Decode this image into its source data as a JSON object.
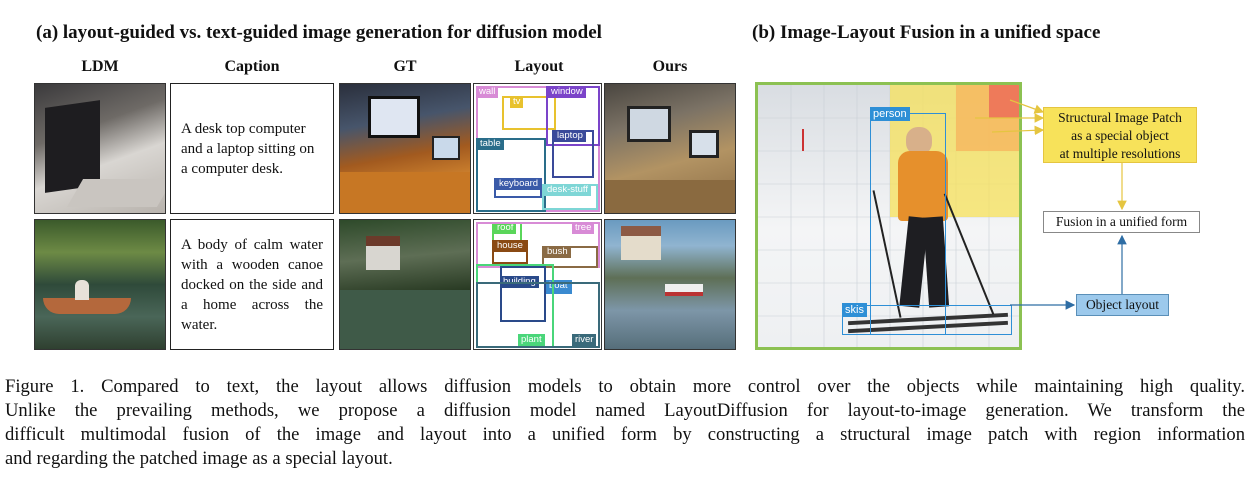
{
  "panel_a": {
    "title": "(a) layout-guided vs. text-guided image generation for diffusion model",
    "columns": [
      "LDM",
      "Caption",
      "GT",
      "Layout",
      "Ours"
    ],
    "row1": {
      "caption": "A desk top computer and a laptop sitting on a computer desk.",
      "layout_tags": [
        "wall",
        "tv",
        "window",
        "laptop",
        "table",
        "keyboard",
        "desk-stuff"
      ]
    },
    "row2": {
      "caption": "A body of calm water with a wooden canoe docked on the side and a home across the water.",
      "layout_tags": [
        "roof",
        "tree",
        "house",
        "bush",
        "building",
        "boat",
        "plant",
        "river"
      ]
    }
  },
  "panel_b": {
    "title": "(b) Image-Layout Fusion in a unified space",
    "object_labels": [
      "person",
      "skis"
    ],
    "structural_patch_lines": [
      "Structural Image Patch",
      "as a special object",
      "at multiple resolutions"
    ],
    "fusion_label": "Fusion in a unified form",
    "object_layout_label": "Object layout"
  },
  "figure_caption": {
    "lines": [
      "Figure 1.   Compared to text, the layout allows diffusion models to obtain more control over the objects while maintaining high quality.",
      "Unlike the prevailing methods, we propose a diffusion model named LayoutDiffusion for layout-to-image generation. We transform the",
      "difficult multimodal fusion of the image and layout into a unified form by constructing a structural image patch with region information",
      "and regarding the patched image as a special layout."
    ]
  },
  "colors": {
    "patch_yellow": "#f7e25a",
    "patch_orange": "#f6b860",
    "patch_red": "#ee7a5a",
    "layout_blue": "#2e8fd6",
    "frame_green": "#8cc152"
  }
}
